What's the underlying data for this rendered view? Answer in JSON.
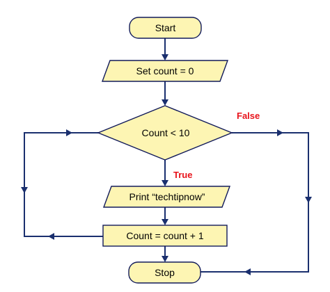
{
  "nodes": {
    "start": "Start",
    "init": "Set count = 0",
    "decision": "Count < 10",
    "print": "Print “techtipnow”",
    "increment": "Count = count + 1",
    "stop": "Stop"
  },
  "branches": {
    "true_label": "True",
    "false_label": "False"
  },
  "colors": {
    "shape_fill": "#fdf5b3",
    "line": "#1a2f6e",
    "condition_text": "#e8131b"
  }
}
